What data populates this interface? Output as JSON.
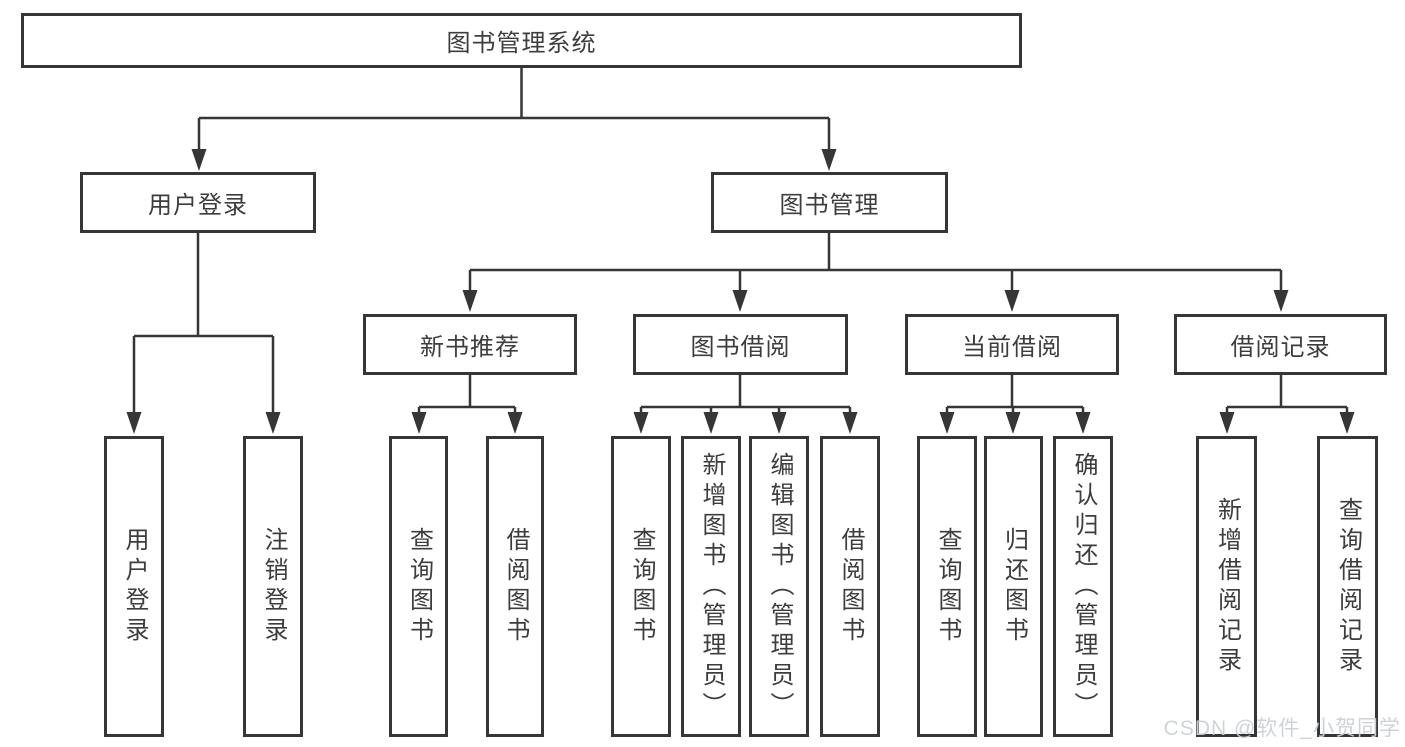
{
  "diagram": {
    "title": "图书管理系统",
    "level2": {
      "user_login": "用户登录",
      "book_management": "图书管理"
    },
    "level3": {
      "new_book_recommend": "新书推荐",
      "book_borrow": "图书借阅",
      "current_borrow": "当前借阅",
      "borrow_records": "借阅记录"
    },
    "leaves": {
      "user_login": "用户登录",
      "logout": "注销登录",
      "recommend_query_books": "查询图书",
      "recommend_borrow_books": "借阅图书",
      "borrow_query_books": "查询图书",
      "borrow_add_books": "新增图书（管理员）",
      "borrow_edit_books": "编辑图书（管理员）",
      "borrow_borrow_books": "借阅图书",
      "current_query_books": "查询图书",
      "current_return_books": "归还图书",
      "current_confirm_return": "确认归还（管理员）",
      "records_add_record": "新增借阅记录",
      "records_query_record": "查询借阅记录"
    }
  },
  "watermark": "CSDN @软件_小贺同学",
  "colors": {
    "line": "#363636",
    "border": "#363636",
    "text": "#3d3d3d",
    "background": "#ffffff",
    "watermark": "#ccd1d5"
  }
}
